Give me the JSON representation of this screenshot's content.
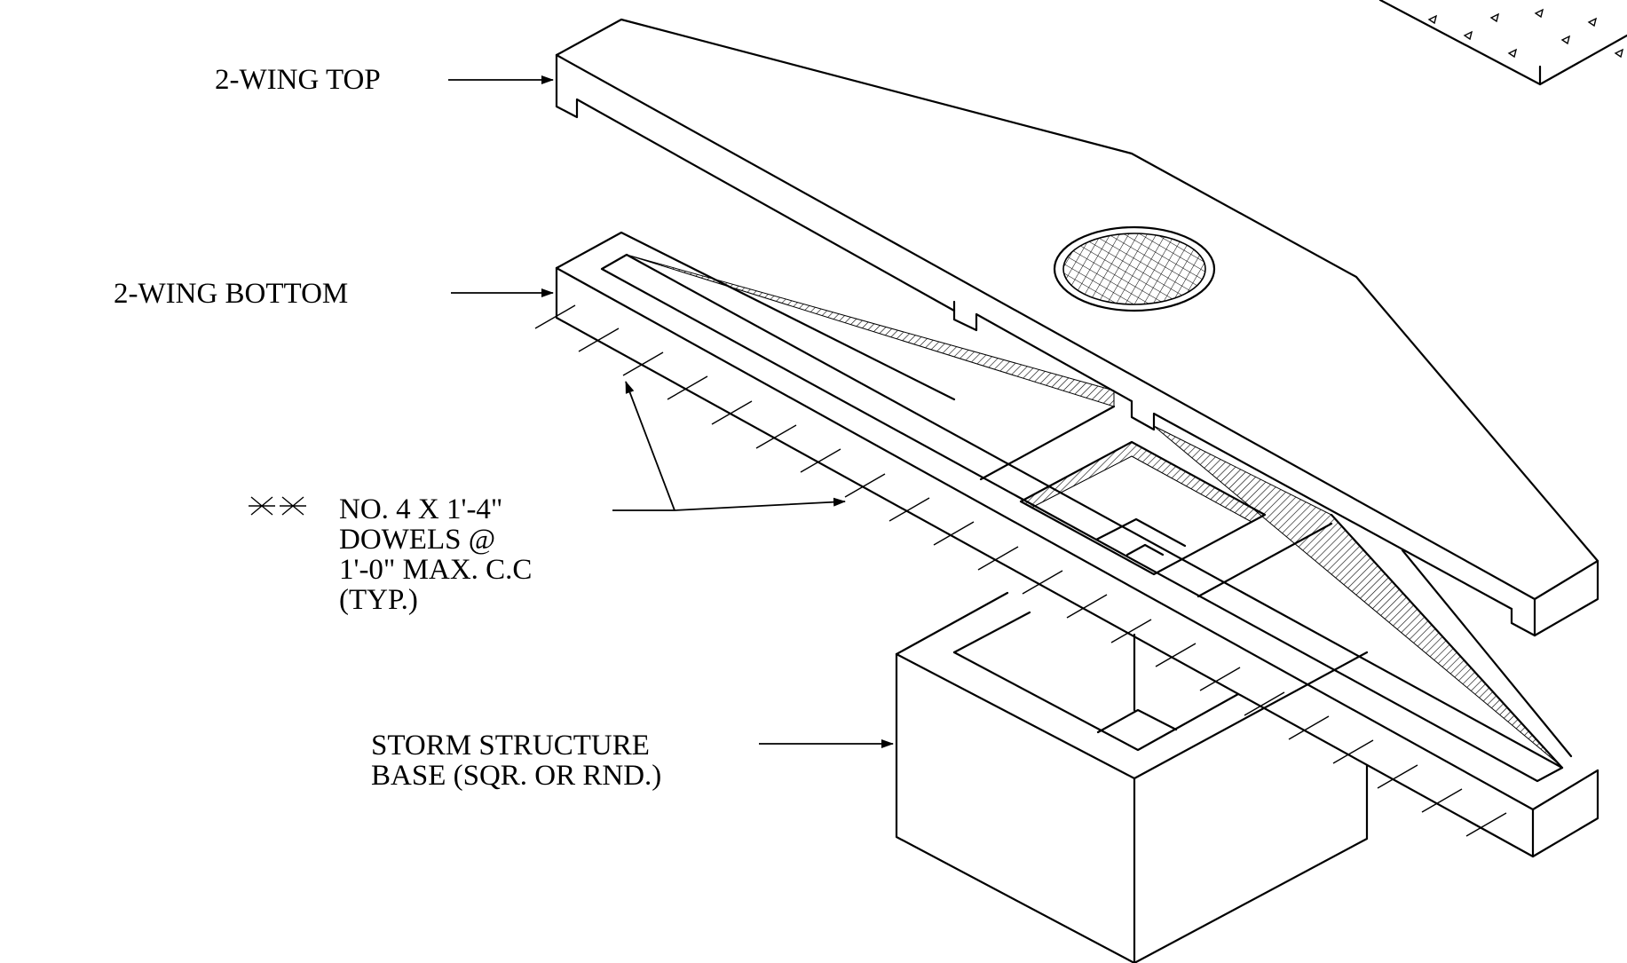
{
  "labels": {
    "wing_top": "2-WING TOP",
    "wing_bottom": "2-WING BOTTOM",
    "dowels_symbol": "XX",
    "dowels_line1": "NO. 4 X 1'-4\"",
    "dowels_line2": "DOWELS @",
    "dowels_line3": "1'-0\" MAX. C.C",
    "dowels_line4": "(TYP.)",
    "base_line1": "STORM STRUCTURE",
    "base_line2": "BASE (SQR. OR RND.)"
  },
  "parts": {
    "grate_icon": "grate-icon",
    "arrow_icon": "arrowhead-icon"
  }
}
